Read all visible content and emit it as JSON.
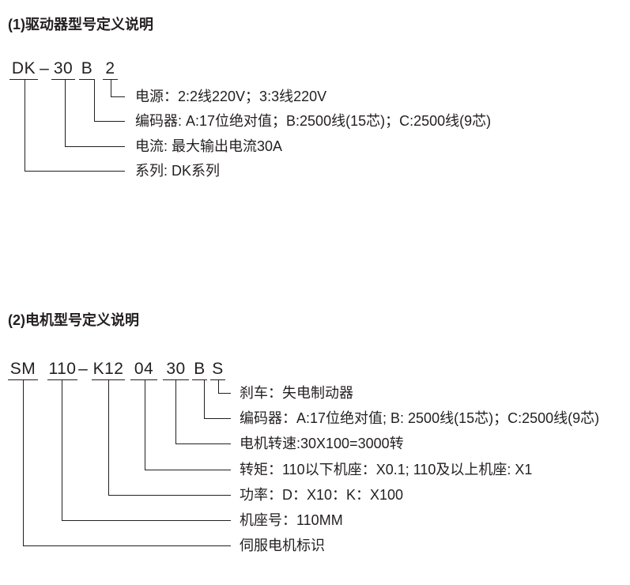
{
  "driver": {
    "title": "(1)驱动器型号定义说明",
    "code": {
      "segments": [
        "DK",
        "30",
        "B",
        "2"
      ],
      "separator": "–"
    },
    "definitions": [
      "电源：2:2线220V；3:3线220V",
      "编码器: A:17位绝对值；B:2500线(15芯)；C:2500线(9芯)",
      "电流: 最大输出电流30A",
      "系列: DK系列"
    ]
  },
  "motor": {
    "title": "(2)电机型号定义说明",
    "code": {
      "segments": [
        "SM",
        "110",
        "K12",
        "04",
        "30",
        "B",
        "S"
      ],
      "separator": "–"
    },
    "definitions": [
      "刹车：失电制动器",
      "编码器：A:17位绝对值; B: 2500线(15芯)；C:2500线(9芯)",
      "电机转速:30X100=3000转",
      "转矩：110以下机座：X0.1; 110及以上机座: X1",
      "功率：D：X10：K：X100",
      "机座号：110MM",
      "伺服电机标识"
    ]
  },
  "colors": {
    "ink": "#231f20",
    "line": "#231f20",
    "background": "#ffffff"
  }
}
